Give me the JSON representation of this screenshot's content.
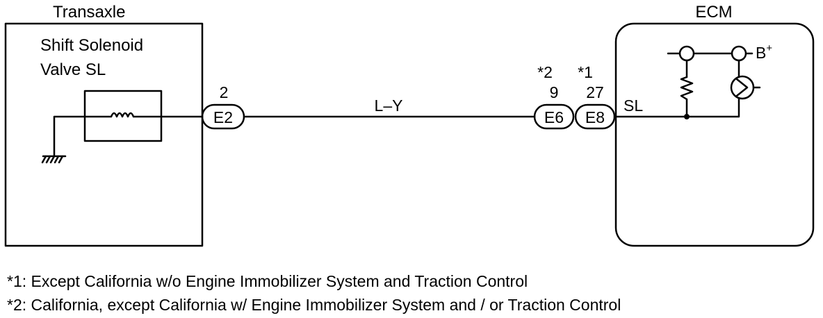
{
  "transaxle": {
    "title": "Transaxle",
    "component_line1": "Shift Solenoid",
    "component_line2": "Valve SL"
  },
  "connector_e2": {
    "pin": "2",
    "name": "E2"
  },
  "wire": {
    "color_code": "L–Y"
  },
  "connector_e6": {
    "note_ref": "*2",
    "pin": "9",
    "name": "E6"
  },
  "connector_e8": {
    "note_ref": "*1",
    "pin": "27",
    "name": "E8"
  },
  "ecm": {
    "title": "ECM",
    "terminal": "SL",
    "supply": "B",
    "supply_sup": "+"
  },
  "notes": [
    "*1: Except California w/o Engine Immobilizer System and Traction Control",
    "*2: California, except California w/ Engine Immobilizer System and / or Traction Control"
  ],
  "colors": {
    "ink": "#000000",
    "background": "#ffffff"
  }
}
